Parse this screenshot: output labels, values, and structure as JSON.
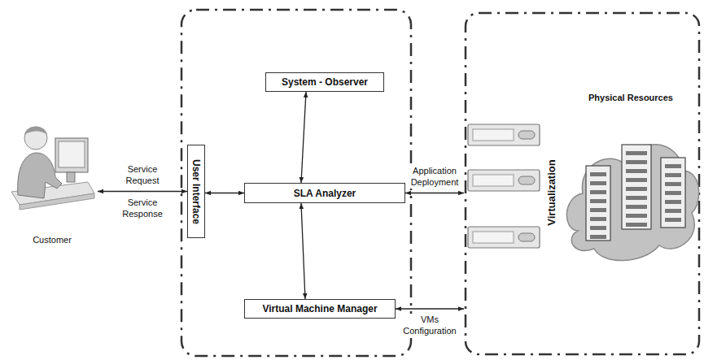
{
  "diagram": {
    "nodes": [
      {
        "text": [
          "Customer"
        ]
      },
      {
        "text": [
          "User Interface"
        ]
      },
      {
        "text": [
          "System - Observer"
        ]
      },
      {
        "text": [
          "SLA Analyzer"
        ]
      },
      {
        "text": [
          "Virtual Machine Manager"
        ]
      },
      {
        "text": [
          "Virtualization"
        ]
      },
      {
        "text": [
          "Physical Resources"
        ],
        "in": 5
      }
    ],
    "edges": [
      {
        "from": 0,
        "to": 1,
        "arrow": "both",
        "label": "Service Request"
      },
      {
        "from": 1,
        "to": 3,
        "arrow": "both"
      },
      {
        "from": 3,
        "to": 2,
        "arrow": "both"
      },
      {
        "from": 3,
        "to": 4,
        "arrow": "both"
      },
      {
        "from": 3,
        "to": 5,
        "arrow": "both",
        "label": "Application Deployment"
      },
      {
        "from": 4,
        "to": 5,
        "arrow": "both",
        "label": "VMs Configuration"
      }
    ],
    "labels": [
      "Service Response"
    ]
  }
}
